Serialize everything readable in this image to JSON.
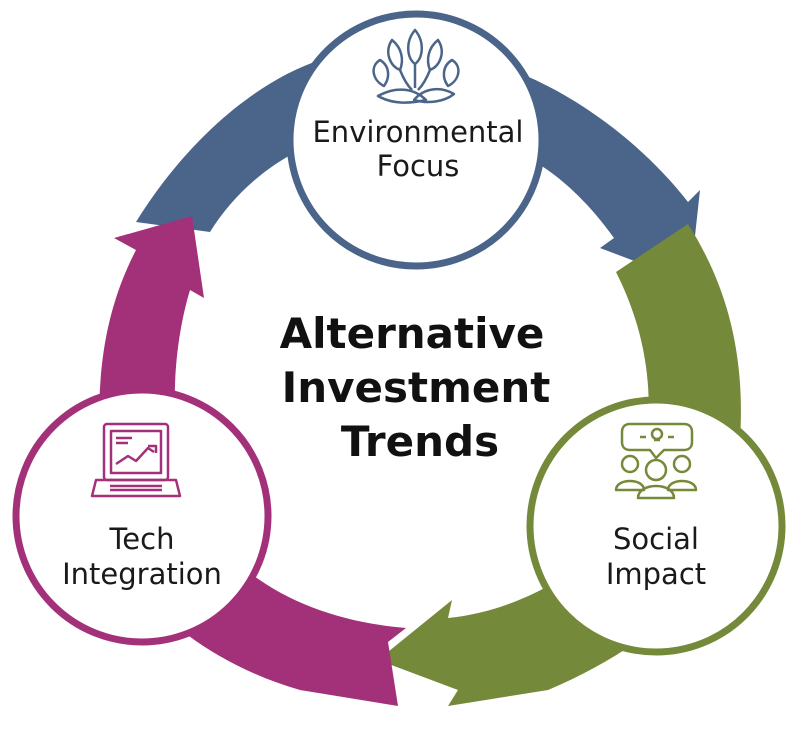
{
  "diagram": {
    "title_lines": [
      "Alternative",
      "Investment",
      "Trends"
    ],
    "nodes": [
      {
        "id": "environmental",
        "lines": [
          "Environmental",
          "Focus"
        ],
        "icon": "lotus-flower-icon",
        "color": "#4b658a"
      },
      {
        "id": "social",
        "lines": [
          "Social",
          "Impact"
        ],
        "icon": "group-idea-icon",
        "color": "#75893a"
      },
      {
        "id": "tech",
        "lines": [
          "Tech",
          "Integration"
        ],
        "icon": "laptop-chart-icon",
        "color": "#a3317a"
      }
    ]
  }
}
